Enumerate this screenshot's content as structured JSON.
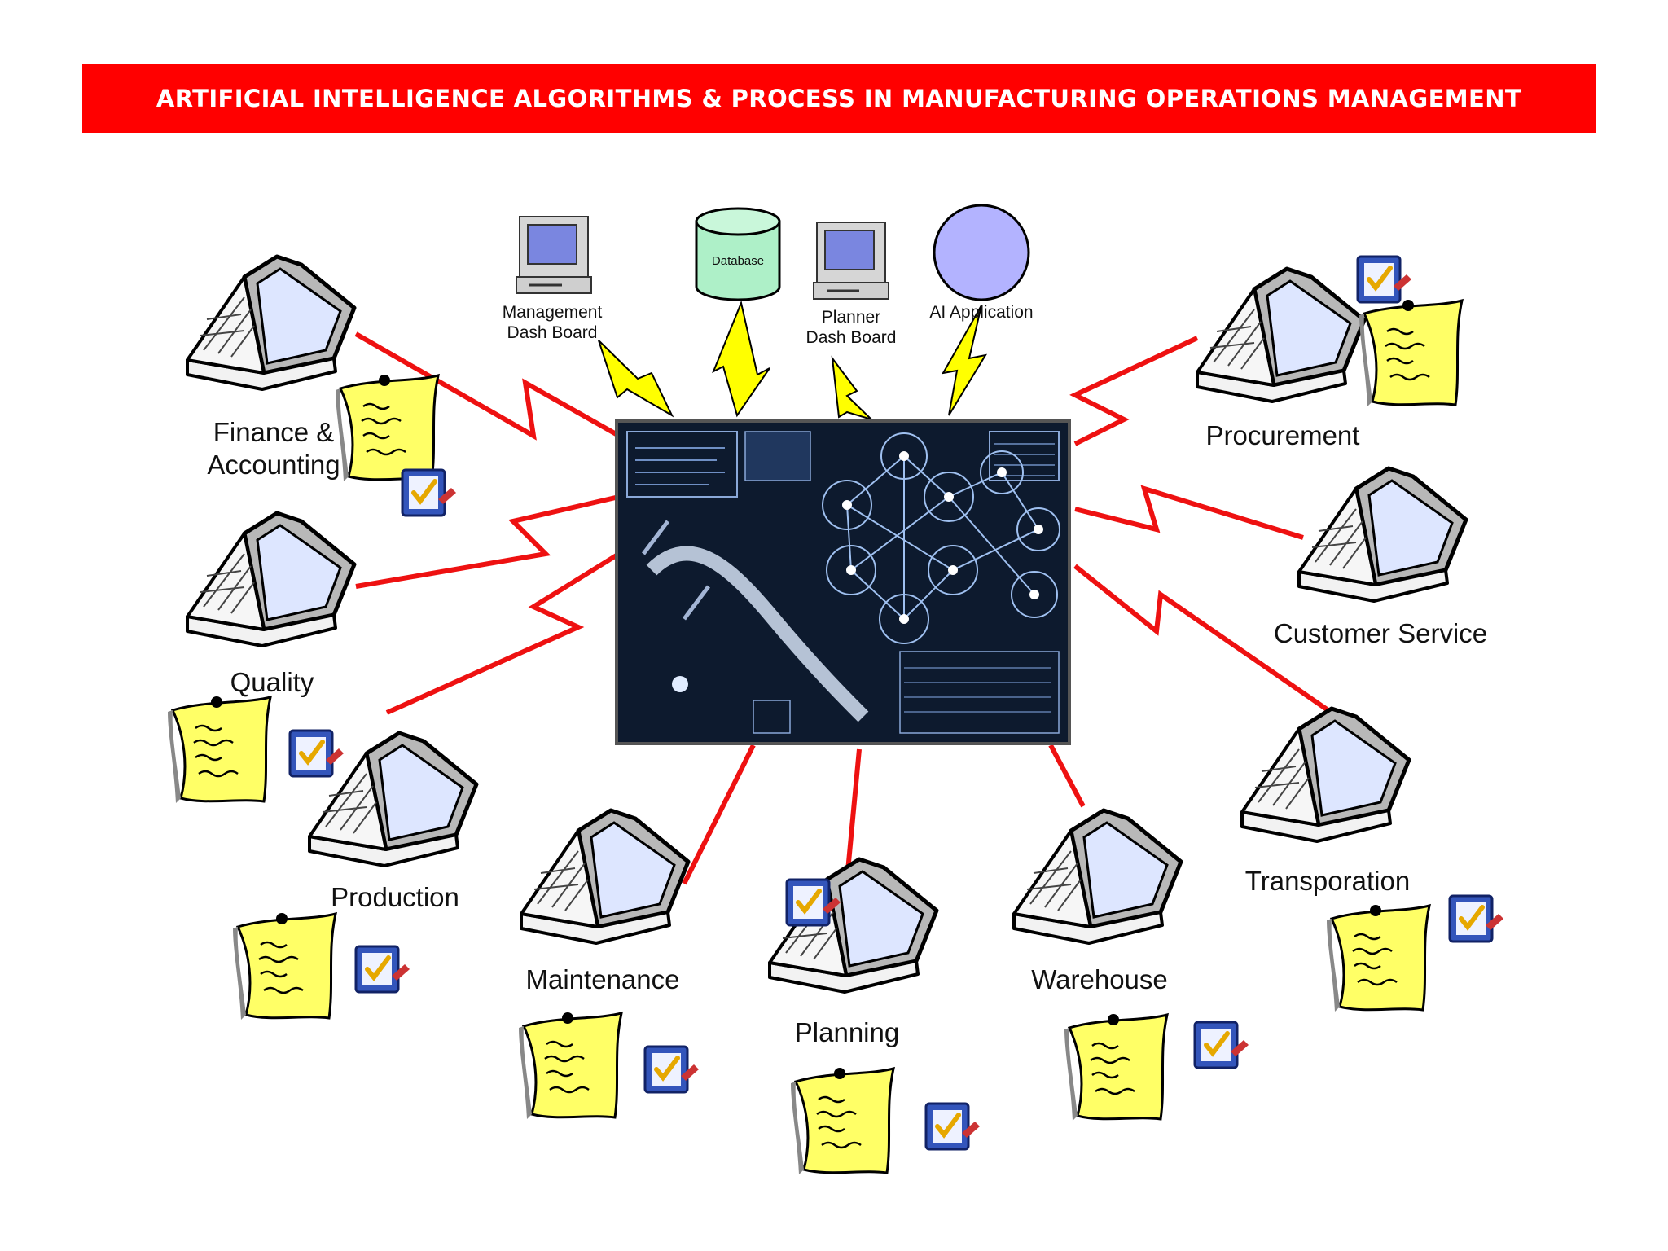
{
  "title": "ARTIFICIAL INTELLIGENCE ALGORITHMS & PROCESS IN MANUFACTURING OPERATIONS MANAGEMENT",
  "colors": {
    "title_bar": "#ff0000",
    "link": "#ee1111",
    "bolt": "#ffff00",
    "database": "#aef0c8",
    "ai_sphere": "#b3b3ff",
    "note": "#ffff66",
    "screen": "#dde6ff"
  },
  "systems": {
    "management_dashboard": {
      "line1": "Management",
      "line2": "Dash Board",
      "icon": "desktop-computer-icon"
    },
    "database": {
      "label": "Database",
      "icon": "database-cylinder-icon"
    },
    "planner_dashboard": {
      "line1": "Planner",
      "line2": "Dash Board",
      "icon": "desktop-computer-icon"
    },
    "ai_application": {
      "label": "AI Application",
      "icon": "sphere-icon"
    }
  },
  "hub": {
    "icon": "ai-blueprint-screen-icon"
  },
  "departments": {
    "finance": {
      "line1": "Finance &",
      "line2": "Accounting"
    },
    "quality": {
      "label": "Quality"
    },
    "production": {
      "label": "Production"
    },
    "maintenance": {
      "label": "Maintenance"
    },
    "planning": {
      "label": "Planning"
    },
    "warehouse": {
      "label": "Warehouse"
    },
    "transportation": {
      "label": "Transporation"
    },
    "customer_service": {
      "label": "Customer Service"
    },
    "procurement": {
      "label": "Procurement"
    }
  },
  "icons": {
    "laptop": "laptop-icon",
    "note": "sticky-note-icon",
    "task": "checklist-icon",
    "bolt": "lightning-bolt-icon"
  }
}
